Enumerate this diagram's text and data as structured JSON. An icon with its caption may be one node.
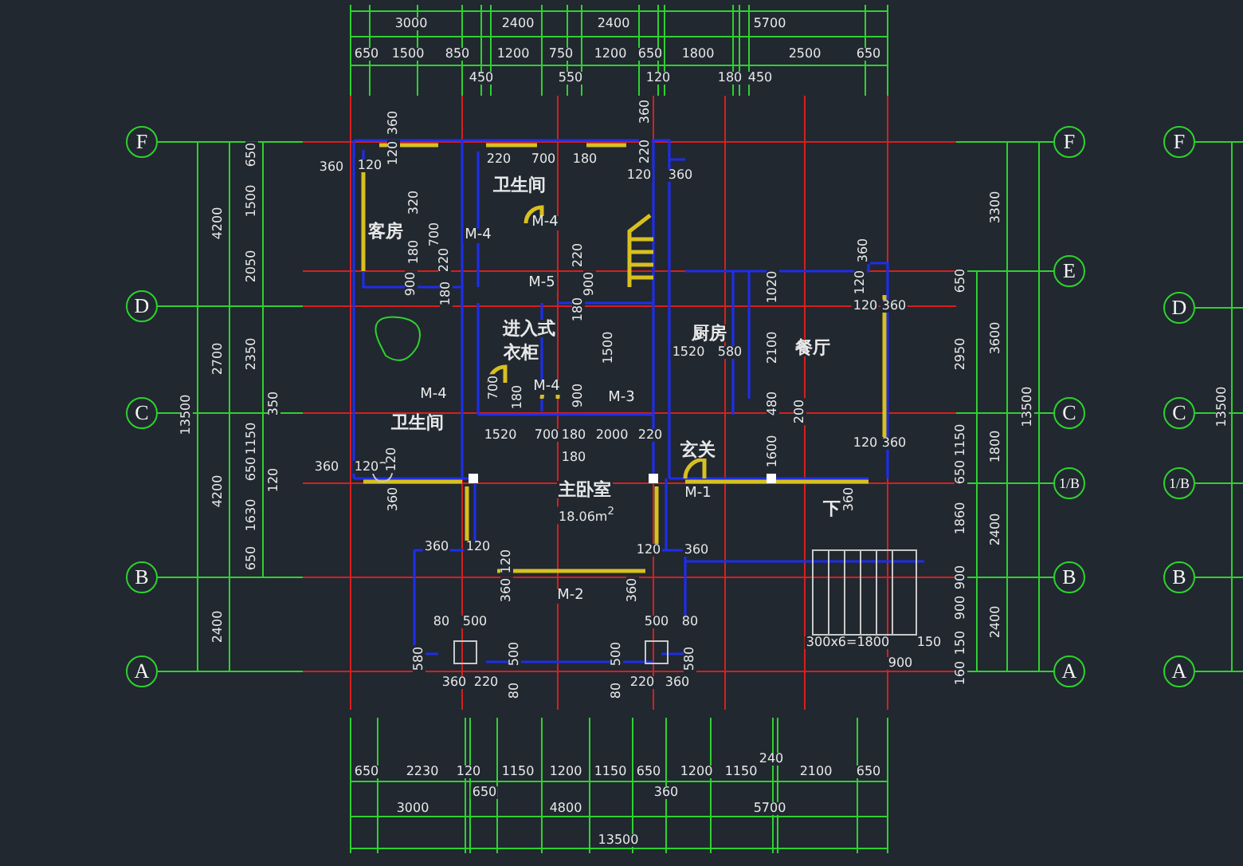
{
  "diagram": {
    "nodes": [
      {
        "text": [
          "F"
        ]
      },
      {
        "text": [
          "D"
        ]
      },
      {
        "text": [
          "C"
        ]
      },
      {
        "text": [
          "B"
        ]
      },
      {
        "text": [
          "A"
        ]
      },
      {
        "text": [
          "F"
        ]
      },
      {
        "text": [
          "E"
        ]
      },
      {
        "text": [
          "C"
        ]
      },
      {
        "text": [
          "1/B"
        ]
      },
      {
        "text": [
          "B"
        ]
      },
      {
        "text": [
          "A"
        ]
      },
      {
        "text": [
          "F"
        ]
      },
      {
        "text": [
          "D"
        ]
      },
      {
        "text": [
          "C"
        ]
      },
      {
        "text": [
          "1/B"
        ]
      },
      {
        "text": [
          "B"
        ]
      },
      {
        "text": [
          "A"
        ]
      }
    ],
    "labels": [
      "3000",
      "2400",
      "2400",
      "5700",
      "650",
      "1500",
      "850",
      "1200",
      "750",
      "1200",
      "650",
      "1800",
      "2500",
      "650",
      "450",
      "550",
      "120",
      "180",
      "450",
      "360",
      "360",
      "360",
      "120",
      "120",
      "220",
      "700",
      "180",
      "220",
      "120",
      "360",
      "卫生间",
      "320",
      "客房",
      "700",
      "M-4",
      "M-4",
      "180",
      "220",
      "220",
      "360",
      "900",
      "180",
      "M-5",
      "900",
      "1020",
      "120",
      "180",
      "120",
      "360",
      "进入式",
      "厨房",
      "衣柜",
      "1500",
      "1520",
      "580",
      "餐厅",
      "2100",
      "700",
      "M-4",
      "180",
      "M-4",
      "900",
      "M-3",
      "480",
      "200",
      "卫生间",
      "1520",
      "700",
      "180",
      "2000",
      "220",
      "120",
      "360",
      "玄关",
      "1600",
      "180",
      "360",
      "120",
      "120",
      "360",
      "主卧室",
      "18.06m$^{2}$",
      "M-1",
      "下",
      "360",
      "360",
      "120",
      "120",
      "120",
      "360",
      "360",
      "M-2",
      "360",
      "80",
      "500",
      "500",
      "80",
      "300x6=1800",
      "150",
      "580",
      "500",
      "500",
      "580",
      "900",
      "360",
      "220",
      "80",
      "80",
      "220",
      "360",
      "650",
      "2230",
      "120",
      "1150",
      "1200",
      "1150",
      "650",
      "1200",
      "1150",
      "240",
      "2100",
      "650",
      "650",
      "360",
      "3000",
      "4800",
      "5700",
      "13500",
      "4200",
      "2700",
      "4200",
      "2400",
      "13500",
      "650",
      "1500",
      "2050",
      "2350",
      "350",
      "1150",
      "650",
      "120",
      "1630",
      "650",
      "3300",
      "3600",
      "1800",
      "2400",
      "2400",
      "13500",
      "650",
      "2950",
      "1150",
      "650",
      "1860",
      "900",
      "900",
      "150",
      "160",
      "13500"
    ]
  }
}
